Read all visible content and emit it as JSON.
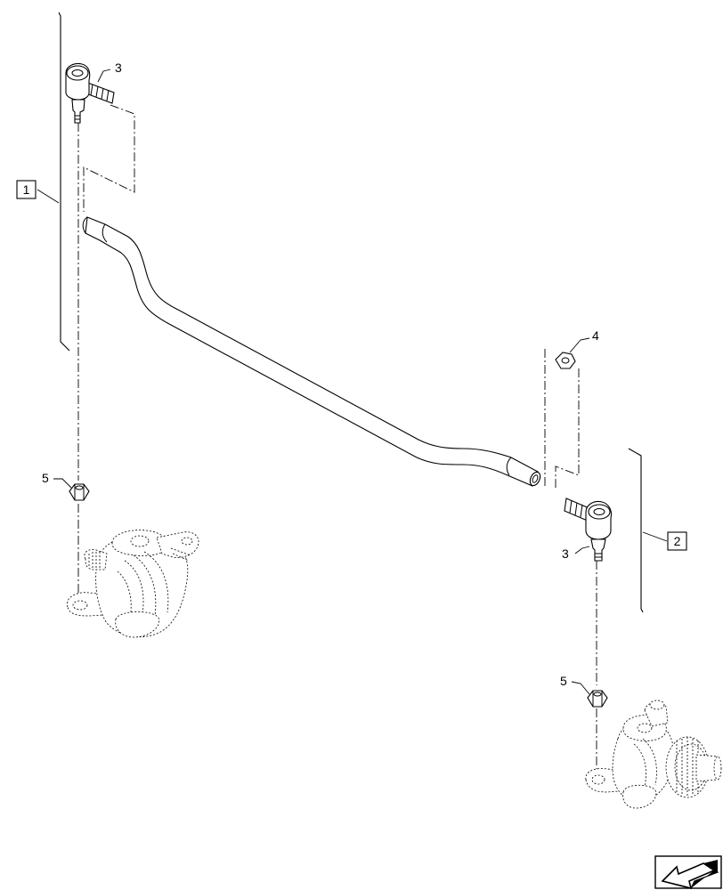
{
  "callouts": {
    "tie_rod_end_upper": "3",
    "tie_rod_end_lower": "3",
    "nut_lock": "4",
    "nut_left": "5",
    "nut_right": "5"
  },
  "assembly_refs": {
    "left": "1",
    "right": "2"
  },
  "icons": {
    "navigation": "arrow-back-icon"
  }
}
